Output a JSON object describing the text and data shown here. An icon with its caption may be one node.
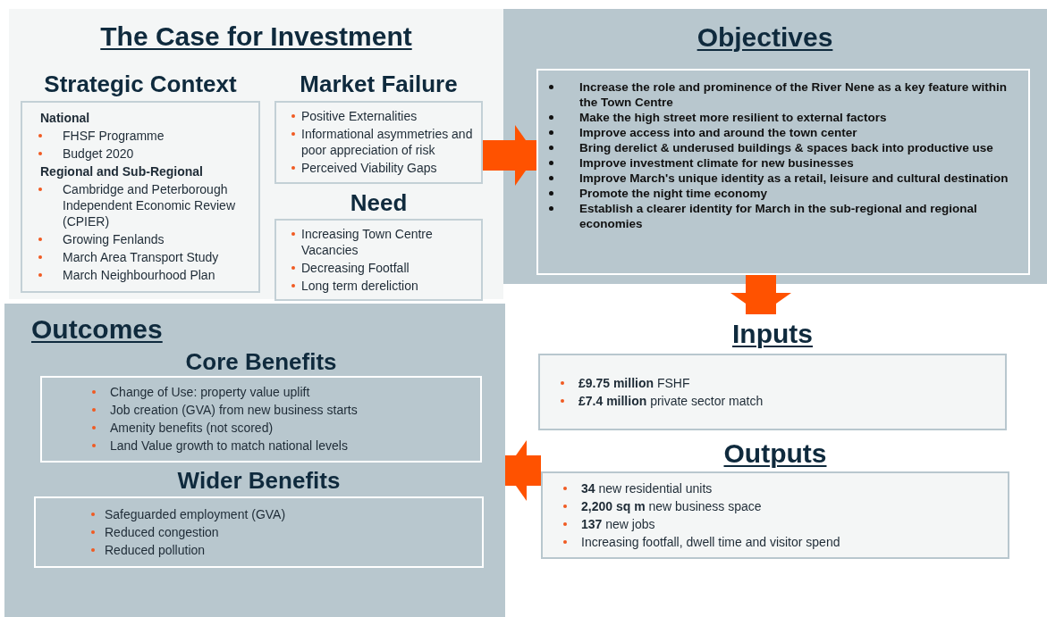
{
  "diagram": {
    "nodes": [
      {
        "text": [
          "The Case for Investment"
        ]
      },
      {
        "text": [
          "Strategic Context",
          "National",
          "FHSF Programme",
          "Budget 2020",
          "Regional and Sub-Regional",
          "Cambridge and Peterborough Independent Economic Review (CPIER)",
          "Growing Fenlands",
          "March Area Transport Study",
          "March Neighbourhood Plan"
        ],
        "in": 0
      },
      {
        "text": [
          "Market Failure",
          "Positive Externalities",
          "Informational asymmetries and poor appreciation of risk",
          "Perceived Viability Gaps"
        ],
        "in": 0
      },
      {
        "text": [
          "Need",
          "Increasing Town Centre Vacancies",
          "Decreasing Footfall",
          "Long term dereliction"
        ],
        "in": 0
      },
      {
        "text": [
          "Objectives"
        ]
      },
      {
        "text": [
          "Increase the role and prominence of the River Nene as a key feature within the Town Centre",
          "Make the high street more resilient to external factors",
          "Improve access into and around the town center",
          "Bring derelict & underused buildings & spaces back into productive use",
          "Improve investment climate for new businesses",
          "Improve March's unique identity as a retail, leisure and cultural destination",
          "Promote the night time economy",
          "Establish a clearer identity for March in the sub-regional and regional economies"
        ],
        "in": 4
      },
      {
        "text": [
          "Inputs",
          "**£9.75 million** FSHF",
          "**£7.4 million** private sector match"
        ]
      },
      {
        "text": [
          "Outputs",
          "**34** new residential units",
          "**2,200 sq m** new business space",
          "**137** new jobs",
          "Increasing footfall, dwell time and visitor spend"
        ]
      },
      {
        "text": [
          "Outcomes"
        ]
      },
      {
        "text": [
          "Core Benefits",
          "Change of Use: property value uplift",
          "Job creation (GVA) from new business starts",
          "Amenity benefits (not scored)",
          "Land Value growth to match national levels"
        ],
        "in": 8
      },
      {
        "text": [
          "Wider Benefits",
          "Safeguarded employment (GVA)",
          "Reduced congestion",
          "Reduced pollution"
        ],
        "in": 8
      }
    ],
    "edges": [
      {
        "from": 2,
        "to": 5,
        "arrow": "to"
      },
      {
        "from": 5,
        "to": 6,
        "arrow": "to"
      },
      {
        "from": 7,
        "to": 8,
        "arrow": "to"
      }
    ]
  }
}
